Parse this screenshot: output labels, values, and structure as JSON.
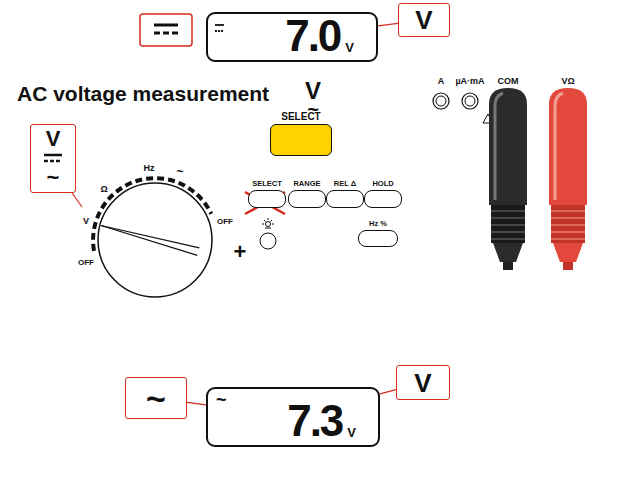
{
  "diagram": {
    "title": "AC voltage measurement",
    "nodes": [
      {
        "text": [
          "7.0",
          "V"
        ]
      },
      {
        "text": [
          "V"
        ]
      },
      {
        "text": [
          "V",
          "~"
        ]
      },
      {
        "text": [
          "SELECT"
        ]
      },
      {
        "text": [
          "SELECT"
        ]
      },
      {
        "text": [
          "RANGE"
        ]
      },
      {
        "text": [
          "REL Δ"
        ]
      },
      {
        "text": [
          "HOLD"
        ]
      },
      {
        "text": [
          "Hz %"
        ]
      },
      {
        "text": [
          "~"
        ]
      },
      {
        "text": [
          "~",
          "7.3",
          "V"
        ]
      },
      {
        "text": [
          "V"
        ]
      }
    ],
    "edges": [
      {
        "from": 1,
        "to": 0,
        "arrow": "none"
      },
      {
        "from": 9,
        "to": 10,
        "arrow": "none"
      },
      {
        "from": 11,
        "to": 10,
        "arrow": "none"
      }
    ],
    "labels": [
      "V",
      "~",
      "A",
      "µA·mA",
      "COM",
      "VΩ",
      "OFF",
      "V",
      "Ω",
      "Hz",
      "~",
      "OFF",
      "+"
    ]
  }
}
